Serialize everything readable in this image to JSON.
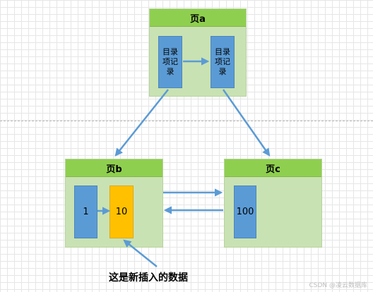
{
  "pages": {
    "a": {
      "title": "页a",
      "records": [
        "目录\n项记\n录",
        "目录\n项记\n录"
      ]
    },
    "b": {
      "title": "页b",
      "records": [
        "1",
        "10"
      ]
    },
    "c": {
      "title": "页c",
      "records": [
        "100"
      ]
    }
  },
  "caption": "这是新插入的数据",
  "watermark": "CSDN @凌云数据库",
  "colors": {
    "header": "#8fcf4f",
    "page_body": "#c9e2b3",
    "record": "#5b9bd5",
    "new_record": "#ffc000",
    "arrow": "#5b9bd5"
  }
}
